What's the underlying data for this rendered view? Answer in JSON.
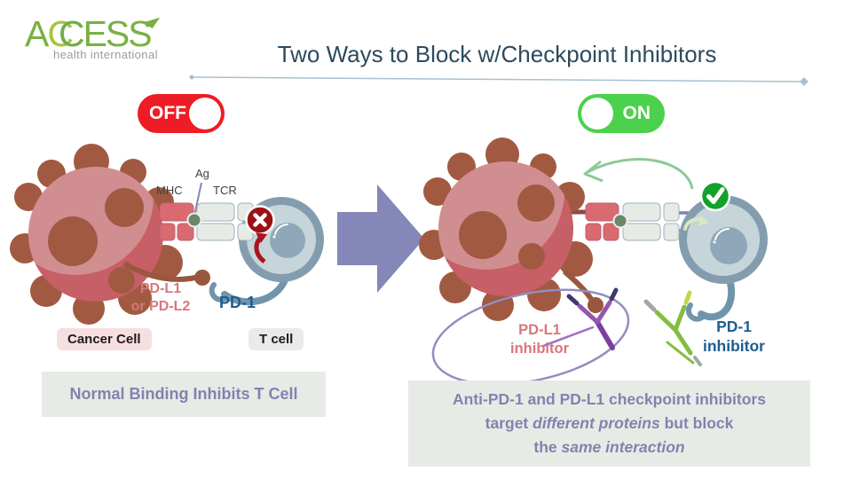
{
  "logo": {
    "word_a": "A",
    "word_c1": "C",
    "word_c2": "C",
    "word_rest": "ESS",
    "subtitle": "health international"
  },
  "header": {
    "title": "Two Ways to Block w/Checkpoint Inhibitors"
  },
  "left_panel": {
    "toggle_label": "OFF",
    "labels": {
      "mhc": "MHC",
      "ag": "Ag",
      "tcr": "TCR",
      "ligand_line1": "PD-L1",
      "ligand_line2": "or PD-L2",
      "receptor": "PD-1"
    },
    "cancer_chip": "Cancer Cell",
    "tcell_chip": "T cell",
    "caption": "Normal Binding Inhibits T Cell"
  },
  "right_panel": {
    "toggle_label": "ON",
    "pdl1_inhibitor": {
      "line1": "PD-L1",
      "line2": "inhibitor"
    },
    "pd1_inhibitor": {
      "line1": "PD-1",
      "line2": "inhibitor"
    },
    "caption": {
      "line1": "Anti-PD-1 and PD-L1 checkpoint inhibitors",
      "line2_pre": "target ",
      "line2_italic": "different proteins",
      "line2_post": " but block",
      "line3_pre": "the ",
      "line3_italic": "same interaction"
    }
  },
  "colors": {
    "off_red": "#ee1c24",
    "on_green": "#4bd14b",
    "check_green": "#12a22b",
    "blocked_red": "#9d1016",
    "cancer_cell_rose": "#c75f66",
    "cancer_cell_brown": "#a15a41",
    "t_cell_blue": "#849dae",
    "mhc_red": "#d96b70",
    "caption_purple": "#8581ae",
    "pdl1_pink": "#d8767d",
    "pd1_blue": "#1d5e8e",
    "arrow_purple": "#8487b7",
    "logo_green": "#79b143"
  }
}
